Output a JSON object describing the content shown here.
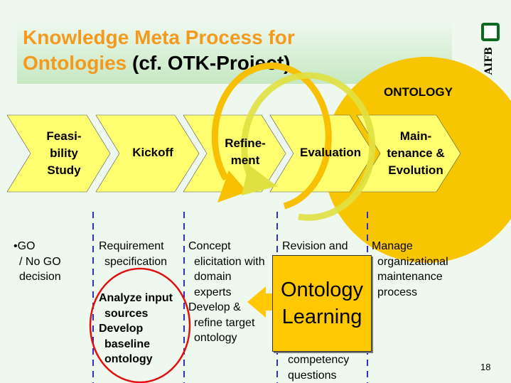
{
  "title": {
    "line1": "Knowledge Meta Process for",
    "line2_orange": "Ontologies",
    "line2_black": "(cf. OTK-Project)"
  },
  "logo": {
    "text": "AIFB"
  },
  "ontology_label": "ONTOLOGY",
  "phases": [
    {
      "lines": [
        "Feasi-",
        "bility",
        "Study"
      ]
    },
    {
      "lines": [
        "Kickoff"
      ]
    },
    {
      "lines": [
        "Refine-",
        "ment"
      ]
    },
    {
      "lines": [
        "Evaluation"
      ]
    },
    {
      "lines": [
        "Main-",
        "tenance &",
        "Evolution"
      ]
    }
  ],
  "columns": {
    "feasibility": [
      "•GO",
      "/ No GO",
      "decision"
    ],
    "kickoff": [
      "Requirement",
      "specification"
    ],
    "kickoff_bold": [
      "Analyze input",
      "sources",
      "Develop",
      "baseline",
      "ontology"
    ],
    "refinement": [
      "Concept",
      "elicitation with",
      "domain",
      "experts",
      "Develop &",
      "refine target",
      "ontology"
    ],
    "evaluation": [
      "Revision and",
      "competency",
      "questions"
    ],
    "maintenance": [
      "Manage",
      "organizational",
      "maintenance",
      "process"
    ]
  },
  "ontology_learning": {
    "line1": "Ontology",
    "line2": "Learning"
  },
  "page_number": "18",
  "colors": {
    "title_orange": "#f39a1e",
    "chevron": "#ffff70",
    "ontology": "#f8c600",
    "box": "#ffc800",
    "circle_red": "#e01010",
    "dash_blue": "#3030c0"
  }
}
